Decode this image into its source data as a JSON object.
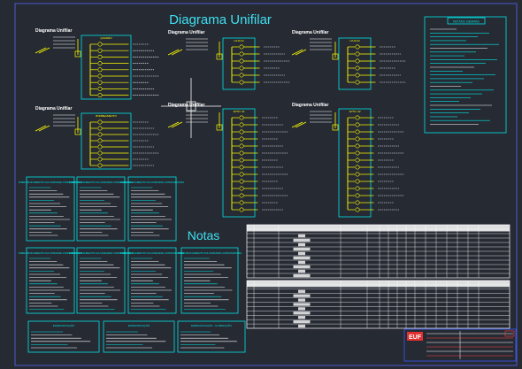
{
  "title": "Diagrama Unifilar",
  "notes_heading": "Notas",
  "general_notes_title": "NOTAS GERAIS",
  "diagrams": [
    {
      "label": "Diagrama Unifilar",
      "panel": "QUADRO"
    },
    {
      "label": "Diagrama Unifilar",
      "panel": "LOJA 01"
    },
    {
      "label": "Diagrama Unifilar",
      "panel": "LOJA 02"
    },
    {
      "label": "Diagrama Unifilar",
      "panel": "BOMBEAMENTO"
    },
    {
      "label": "Diagrama Unifilar",
      "panel": "APTO. 01"
    },
    {
      "label": "Diagrama Unifilar",
      "panel": "APTO. 02"
    }
  ],
  "note_boxes": [
    "DIMENSIONAMENTO DA UNIDADE CONSUMIDORA",
    "DIMENSIONAMENTO DA UNIDADE CONSUMIDORA",
    "DIMENSIONAMENTO DA UNIDADE CONSUMIDORA",
    "DIMENSIONAMENTO DA UNIDADE CONSUMIDORA",
    "DIMENSIONAMENTO DA UNIDADE CONSUMIDORA",
    "DIMENSIONAMENTO DA UNIDADE CONSUMIDORA",
    "DIMENSIONAMENTO DA UNIDADE CONSUMIDORA",
    "ESPECIFICAÇÃO",
    "ESPECIFICAÇÃO",
    "ESPECIFICAÇÃO - ILUMINAÇÃO"
  ],
  "logo_text": "EUF",
  "colors": {
    "background": "#262a33",
    "cyan": "#00e5e5",
    "yellow": "#ffff00",
    "white": "#ffffff",
    "title": "#3ee0f0",
    "logo": "#e03030"
  }
}
